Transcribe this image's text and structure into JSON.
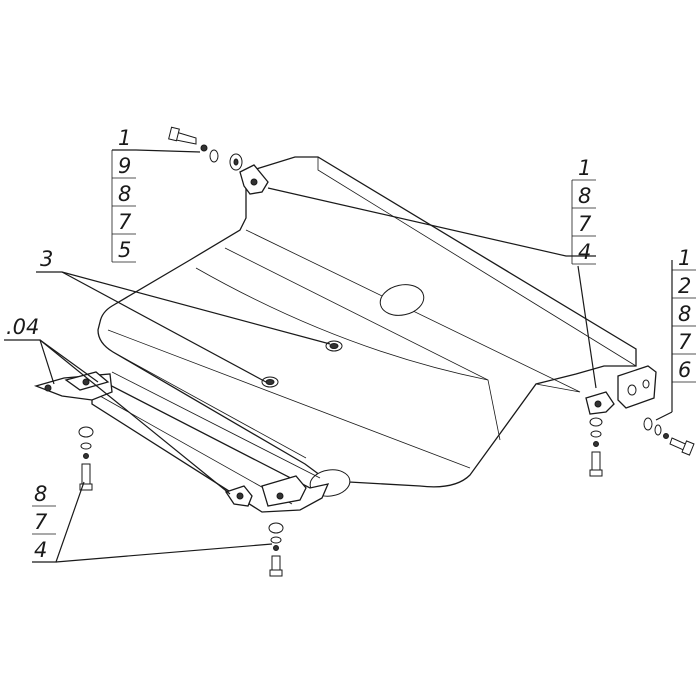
{
  "callouts": {
    "top_left": [
      "1",
      "9",
      "8",
      "7",
      "5"
    ],
    "top_right": [
      "1",
      "8",
      "7",
      "4"
    ],
    "far_right": [
      "1",
      "2",
      "8",
      "7",
      "6"
    ],
    "center": "3",
    "left": ".04",
    "bottom_left": [
      "8",
      "7",
      "4"
    ]
  }
}
